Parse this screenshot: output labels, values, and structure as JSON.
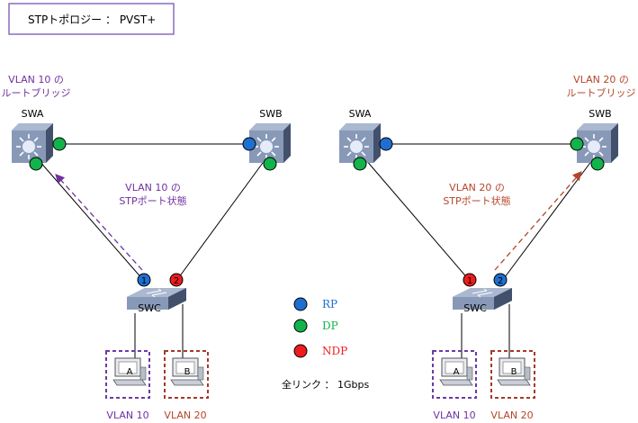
{
  "title_box": {
    "text": "STPトポロジー ： PVST+"
  },
  "colors": {
    "vlan10": "#7030a0",
    "vlan20": "#b5452b",
    "rp": "#1f6fd0",
    "dp": "#12b34a",
    "ndp": "#ee1c1c",
    "switch_face": "#8899b8",
    "vlan10_box": "#6a3aa6",
    "vlan20_box": "#a23a2a"
  },
  "left": {
    "root_label_line1": "VLAN 10 の",
    "root_label_line2": "ルートブリッジ",
    "swa": "SWA",
    "swb": "SWB",
    "swc": "SWC",
    "port_state_line1": "VLAN 10 の",
    "port_state_line2": "STPポート状態",
    "port1": "1",
    "port2": "2",
    "pc_a": "A",
    "pc_b": "B",
    "vlan_a": "VLAN 10",
    "vlan_b": "VLAN 20"
  },
  "right": {
    "root_label_line1": "VLAN 20 の",
    "root_label_line2": "ルートブリッジ",
    "swa": "SWA",
    "swb": "SWB",
    "swc": "SWC",
    "port_state_line1": "VLAN 20 の",
    "port_state_line2": "STPポート状態",
    "port1": "1",
    "port2": "2",
    "pc_a": "A",
    "pc_b": "B",
    "vlan_a": "VLAN 10",
    "vlan_b": "VLAN 20"
  },
  "legend": {
    "rp": "RP",
    "dp": "DP",
    "ndp": "NDP",
    "icons": [
      "rp-port-dot",
      "dp-port-dot",
      "ndp-port-dot"
    ]
  },
  "footnote": "全リンク ： 1Gbps"
}
